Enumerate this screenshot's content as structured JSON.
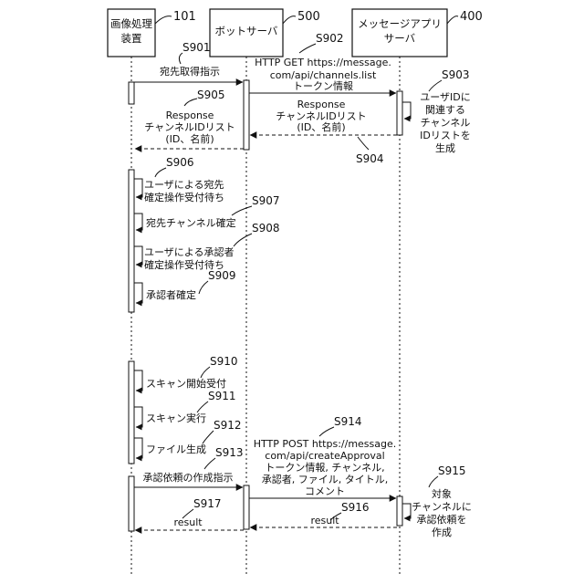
{
  "colors": {
    "ink": "#111111",
    "background": "#ffffff"
  },
  "lifelines": [
    {
      "id": "image",
      "name_lines": [
        "画像処理",
        "装置"
      ],
      "ref": "101"
    },
    {
      "id": "bot",
      "name_lines": [
        "ボットサーバ"
      ],
      "ref": "500"
    },
    {
      "id": "msg",
      "name_lines": [
        "メッセージアプリ",
        "サーバ"
      ],
      "ref": "400"
    }
  ],
  "steps": {
    "s901": {
      "id": "S901",
      "lines": [
        "宛先取得指示"
      ]
    },
    "s902": {
      "id": "S902",
      "lines": [
        "HTTP GET https://message.",
        "com/api/channels.list",
        "トークン情報"
      ]
    },
    "s903": {
      "id": "S903",
      "lines": [
        "ユーザIDに",
        "関連する",
        "チャンネル",
        "IDリストを",
        "生成"
      ]
    },
    "s904": {
      "id": "S904",
      "lines": [
        "Response",
        "チャンネルIDリスト",
        "(ID、名前)"
      ]
    },
    "s905": {
      "id": "S905",
      "lines": [
        "Response",
        "チャンネルIDリスト",
        "(ID、名前)"
      ]
    },
    "s906": {
      "id": "S906",
      "lines": [
        "ユーザによる宛先",
        "確定操作受付待ち"
      ]
    },
    "s907": {
      "id": "S907",
      "lines": [
        "宛先チャンネル確定"
      ]
    },
    "s908": {
      "id": "S908",
      "lines": [
        "ユーザによる承認者",
        "確定操作受付待ち"
      ]
    },
    "s909": {
      "id": "S909",
      "lines": [
        "承認者確定"
      ]
    },
    "s910": {
      "id": "S910",
      "lines": [
        "スキャン開始受付"
      ]
    },
    "s911": {
      "id": "S911",
      "lines": [
        "スキャン実行"
      ]
    },
    "s912": {
      "id": "S912",
      "lines": [
        "ファイル生成"
      ]
    },
    "s913": {
      "id": "S913",
      "lines": [
        "承認依頼の作成指示"
      ]
    },
    "s914": {
      "id": "S914",
      "lines": [
        "HTTP POST https://message.",
        "com/api/createApproval",
        "トークン情報, チャンネル,",
        "承認者, ファイル, タイトル,",
        "コメント"
      ]
    },
    "s915": {
      "id": "S915",
      "lines": [
        "対象",
        "チャンネルに",
        "承認依頼を",
        "作成"
      ]
    },
    "s916": {
      "id": "S916",
      "lines": [
        "result"
      ]
    },
    "s917": {
      "id": "S917",
      "lines": [
        "result"
      ]
    }
  }
}
